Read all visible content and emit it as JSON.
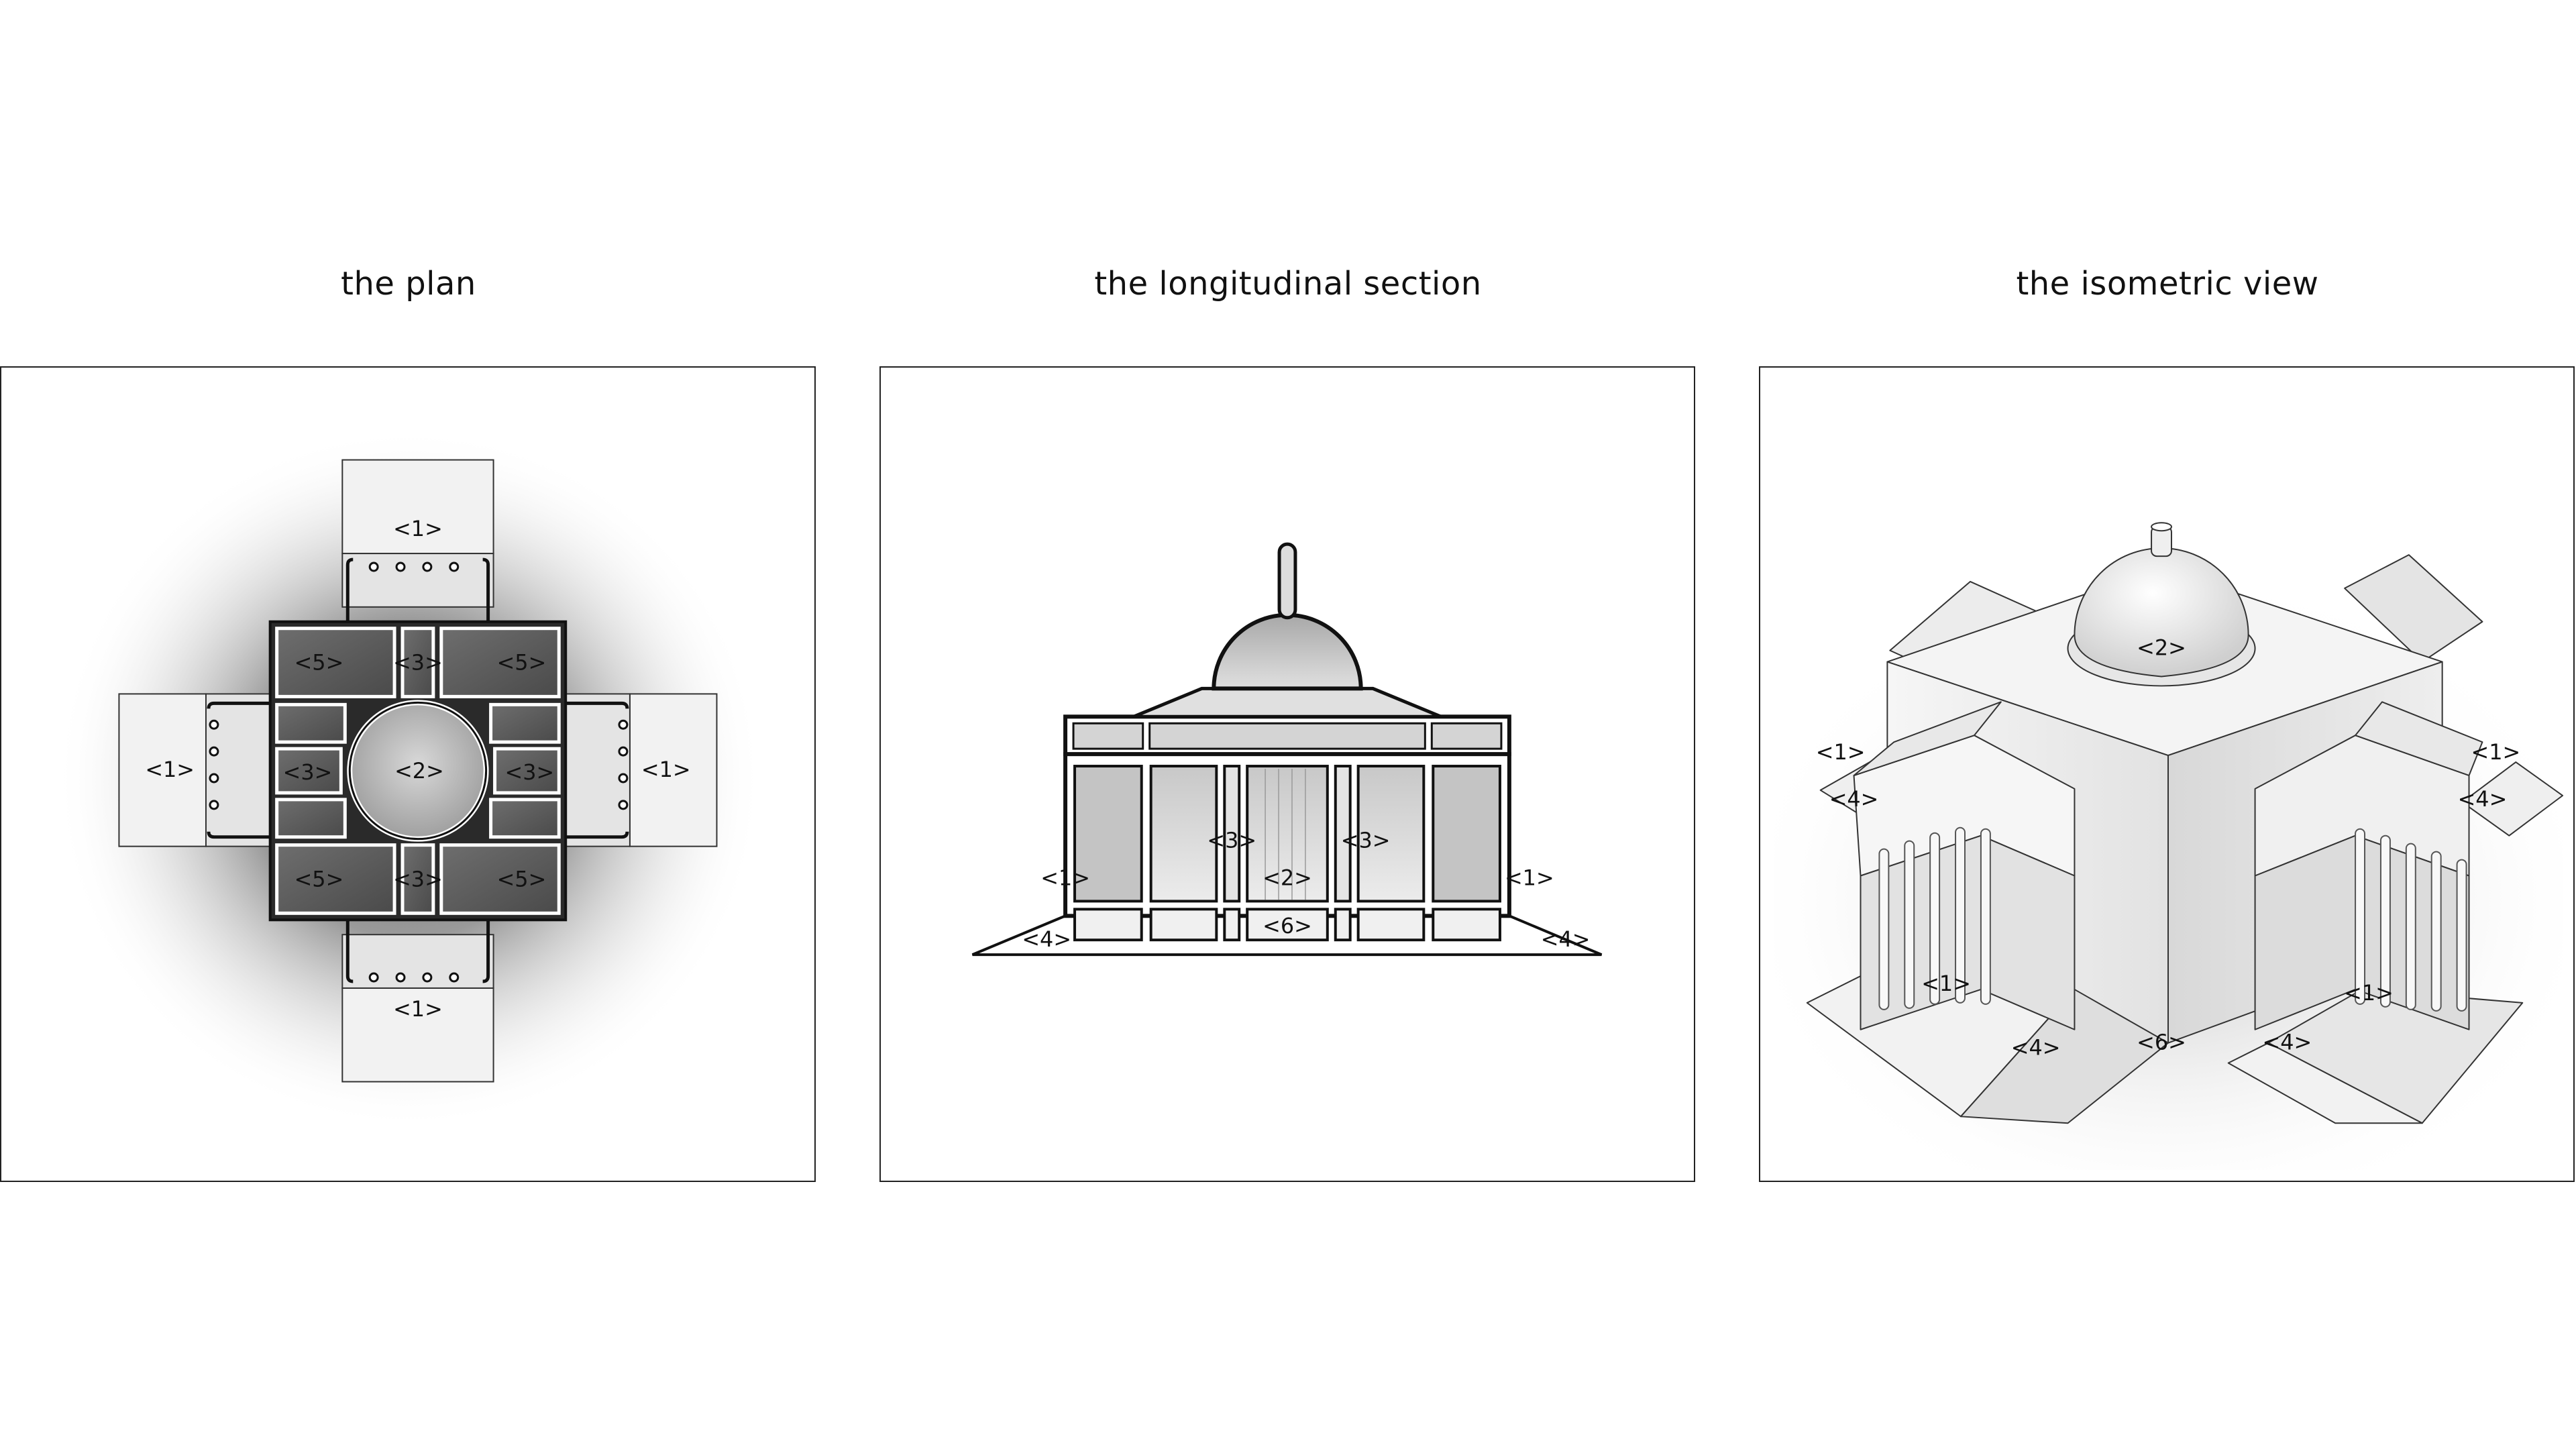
{
  "titles": {
    "plan": "the plan",
    "section": "the longitudinal section",
    "iso": "the isometric view"
  },
  "labels": {
    "l1": "<1>",
    "l2": "<2>",
    "l3": "<3>",
    "l4": "<4>",
    "l5": "<5>",
    "l6": "<6>"
  }
}
